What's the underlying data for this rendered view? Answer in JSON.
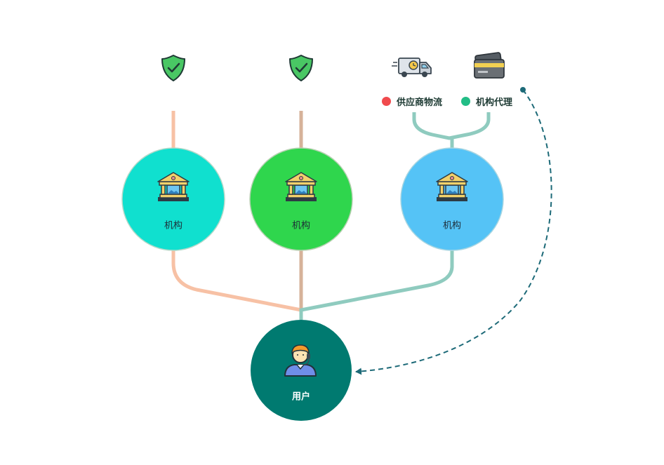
{
  "nodes": {
    "org1": {
      "label": "机构",
      "color": "#10e0cf",
      "icon": "bank-icon"
    },
    "org2": {
      "label": "机构",
      "color": "#2fd64d",
      "icon": "bank-icon"
    },
    "org3": {
      "label": "机构",
      "color": "#55c3f6",
      "icon": "bank-icon"
    },
    "user": {
      "label": "用户",
      "color": "#007a70",
      "icon": "support-agent-icon"
    }
  },
  "top_icons": [
    "shield-check-icon",
    "shield-check-icon",
    "delivery-truck-icon",
    "credit-card-icon"
  ],
  "legend": [
    {
      "label": "供应商物流",
      "color": "#f04a4d"
    },
    {
      "label": "机构代理",
      "color": "#22bd86"
    }
  ],
  "colors": {
    "line_org1": "#f7c1a5",
    "line_org2": "#d6b29a",
    "line_org3": "#8fcbbf",
    "dashed_arrow": "#1d6a78"
  }
}
